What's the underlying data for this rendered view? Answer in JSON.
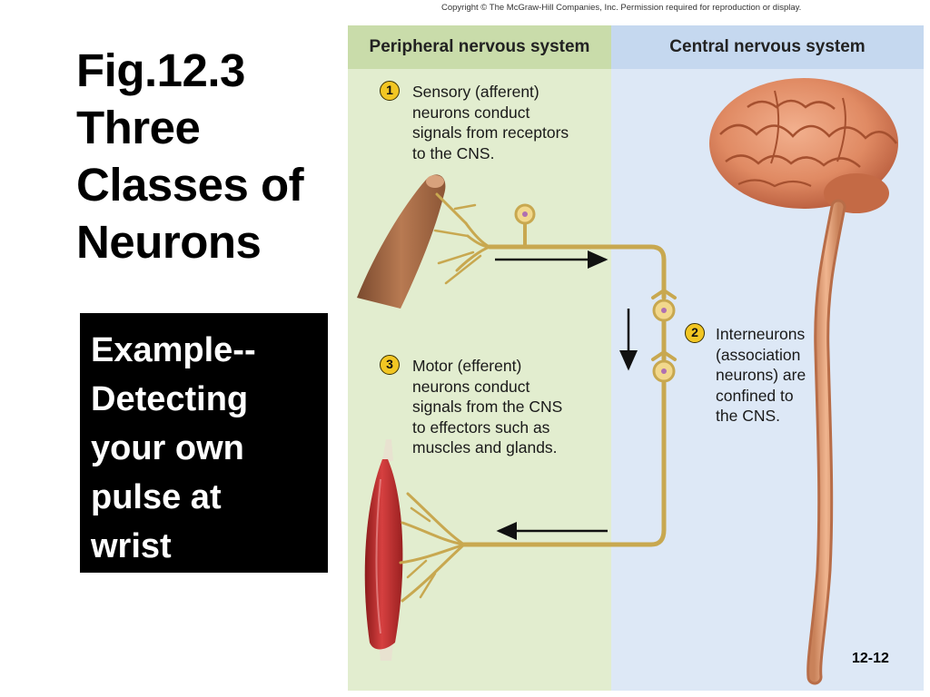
{
  "slide": {
    "title_lines": [
      "Fig.12.3",
      "Three",
      "Classes of",
      "Neurons"
    ],
    "example_lines": [
      "Example--",
      "Detecting",
      "your own",
      "pulse at",
      "wrist"
    ],
    "page_number": "12-12"
  },
  "figure": {
    "copyright": "Copyright © The McGraw-Hill Companies, Inc. Permission required for reproduction or display.",
    "panels": {
      "left_title": "Peripheral nervous system",
      "right_title": "Central nervous system"
    },
    "sensory": {
      "number": "1",
      "lines": [
        "Sensory (afferent)",
        "neurons conduct",
        "signals from receptors",
        "to the CNS."
      ]
    },
    "interneuron": {
      "number": "2",
      "lines": [
        "Interneurons",
        "(association",
        "neurons) are",
        "confined to",
        "the CNS."
      ]
    },
    "motor": {
      "number": "3",
      "lines": [
        "Motor (efferent)",
        "neurons conduct",
        "signals from the CNS",
        "to effectors such as",
        "muscles and glands."
      ]
    },
    "colors": {
      "pns_background": "#e2edcf",
      "cns_background": "#dde8f6",
      "neuron": "#c8a850",
      "badge": "#f2c623",
      "brain": "#e08a63"
    }
  }
}
